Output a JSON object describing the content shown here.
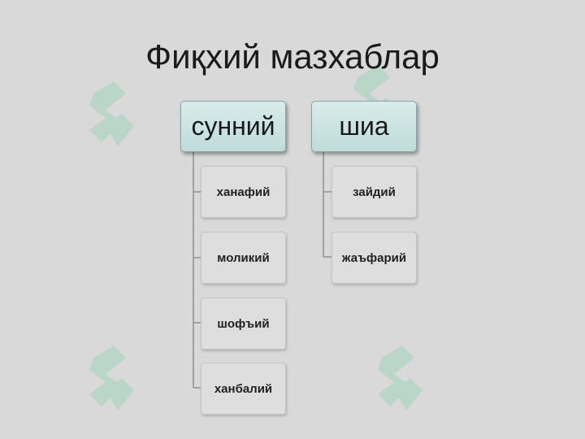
{
  "title": "Фиқхий мазхаблар",
  "branches": [
    {
      "label": "сунний",
      "children": [
        "ханафий",
        "моликий",
        "шофъий",
        "ханбалий"
      ]
    },
    {
      "label": "шиа",
      "children": [
        "зайдий",
        "жаъфарий"
      ]
    }
  ],
  "watermark": {
    "text": "SOFF",
    "color": "#7fd3a9"
  },
  "colors": {
    "background": "#d9d9d9",
    "head_fill": "#c6e1e0",
    "connector": "#8f8f8f"
  }
}
